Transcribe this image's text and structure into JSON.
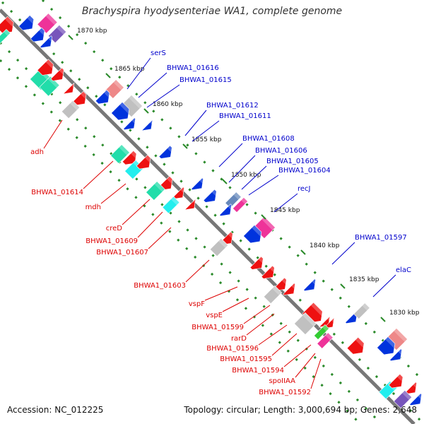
{
  "title": "Brachyspira hyodysenteriae WA1, complete genome",
  "accession": "Accession: NC_012225",
  "topology": "Topology: circular; Length: 3,000,694 bp; Genes: 2,648",
  "ticks": [
    "1870 kbp",
    "1865 kbp",
    "1860 kbp",
    "1855 kbp",
    "1850 kbp",
    "1845 kbp",
    "1840 kbp",
    "1835 kbp",
    "1830 kbp"
  ],
  "forward_genes": [
    "serS",
    "BHWA1_01616",
    "BHWA1_01615",
    "BHWA1_01612",
    "BHWA1_01611",
    "BHWA1_01608",
    "BHWA1_01606",
    "BHWA1_01605",
    "BHWA1_01604",
    "recJ",
    "BHWA1_01597",
    "elaC"
  ],
  "reverse_genes": [
    "adh",
    "BHWA1_01614",
    "mdh",
    "creD",
    "BHWA1_01609",
    "BHWA1_01607",
    "BHWA1_01603",
    "vspF",
    "vspE",
    "BHWA1_01599",
    "rarD",
    "BHWA1_01596",
    "BHWA1_01595",
    "BHWA1_01594",
    "spoIIAA",
    "BHWA1_01592"
  ],
  "colors": {
    "forward_label": "#0000cc",
    "reverse_label": "#dd0000",
    "backbone": "#777777",
    "dots": "#2a8a2a",
    "gene_blue": "#0033dd",
    "gene_red": "#ee1111",
    "gene_gray": "#c0c0c0",
    "gene_pink": "#ee3399",
    "gene_salmon": "#ee8888",
    "gene_teal": "#22ddaa",
    "gene_cyan": "#22eeee",
    "gene_steel": "#6688bb",
    "gene_purple": "#7755bb",
    "gene_green": "#33cc33"
  }
}
